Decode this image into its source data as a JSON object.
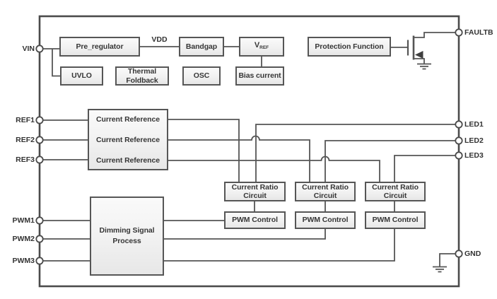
{
  "colors": {
    "line": "#555555",
    "outer_border": "#4b4b4b",
    "box_border": "#565656",
    "box_fill_top": "#fafafa",
    "box_fill_bottom": "#e7e7e7",
    "text": "#363636"
  },
  "pins": {
    "left": [
      "VIN",
      "REF1",
      "REF2",
      "REF3",
      "PWM1",
      "PWM2",
      "PWM3"
    ],
    "right": [
      "FAULTB",
      "LED1",
      "LED2",
      "LED3",
      "GND"
    ]
  },
  "net_labels": {
    "vdd": "VDD"
  },
  "blocks": {
    "pre_regulator": "Pre_regulator",
    "bandgap": "Bandgap",
    "vref_main": "V",
    "vref_sub": "REF",
    "protection_function": "Protection Function",
    "uvlo": "UVLO",
    "thermal_foldback_line1": "Thermal",
    "thermal_foldback_line2": "Foldback",
    "osc": "OSC",
    "bias_current": "Bias current",
    "current_reference": "Current Reference",
    "current_ratio_line1": "Current Ratio",
    "current_ratio_line2": "Circuit",
    "pwm_control": "PWM Control",
    "dimming_line1": "Dimming Signal",
    "dimming_line2": "Process"
  }
}
